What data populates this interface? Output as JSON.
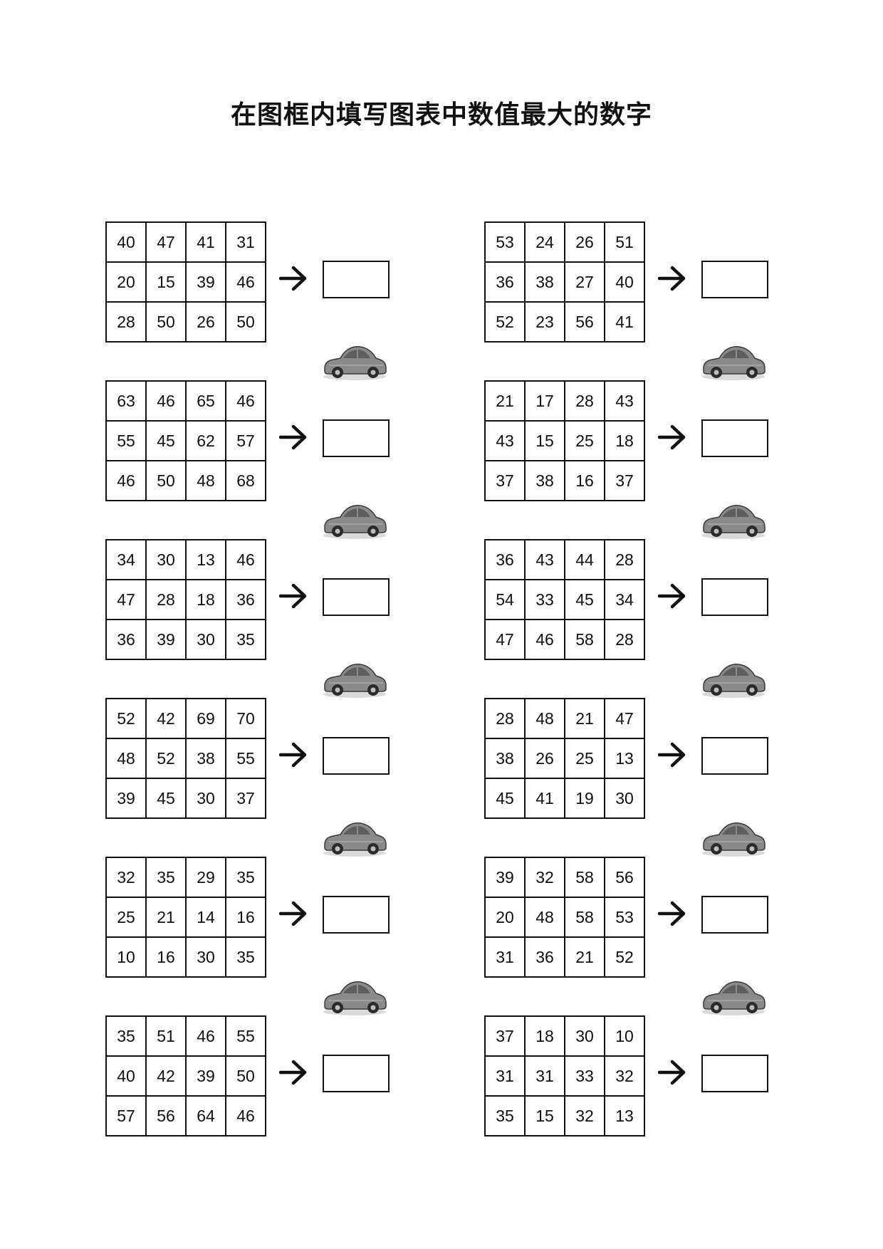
{
  "title": "在图框内填写图表中数值最大的数字",
  "exercises": [
    {
      "grid": [
        [
          "40",
          "47",
          "41",
          "31"
        ],
        [
          "20",
          "15",
          "39",
          "46"
        ],
        [
          "28",
          "50",
          "26",
          "50"
        ]
      ],
      "answer": "",
      "car": true
    },
    {
      "grid": [
        [
          "53",
          "24",
          "26",
          "51"
        ],
        [
          "36",
          "38",
          "27",
          "40"
        ],
        [
          "52",
          "23",
          "56",
          "41"
        ]
      ],
      "answer": "",
      "car": true
    },
    {
      "grid": [
        [
          "63",
          "46",
          "65",
          "46"
        ],
        [
          "55",
          "45",
          "62",
          "57"
        ],
        [
          "46",
          "50",
          "48",
          "68"
        ]
      ],
      "answer": "",
      "car": true
    },
    {
      "grid": [
        [
          "21",
          "17",
          "28",
          "43"
        ],
        [
          "43",
          "15",
          "25",
          "18"
        ],
        [
          "37",
          "38",
          "16",
          "37"
        ]
      ],
      "answer": "",
      "car": true
    },
    {
      "grid": [
        [
          "34",
          "30",
          "13",
          "46"
        ],
        [
          "47",
          "28",
          "18",
          "36"
        ],
        [
          "36",
          "39",
          "30",
          "35"
        ]
      ],
      "answer": "",
      "car": true
    },
    {
      "grid": [
        [
          "36",
          "43",
          "44",
          "28"
        ],
        [
          "54",
          "33",
          "45",
          "34"
        ],
        [
          "47",
          "46",
          "58",
          "28"
        ]
      ],
      "answer": "",
      "car": true
    },
    {
      "grid": [
        [
          "52",
          "42",
          "69",
          "70"
        ],
        [
          "48",
          "52",
          "38",
          "55"
        ],
        [
          "39",
          "45",
          "30",
          "37"
        ]
      ],
      "answer": "",
      "car": true
    },
    {
      "grid": [
        [
          "28",
          "48",
          "21",
          "47"
        ],
        [
          "38",
          "26",
          "25",
          "13"
        ],
        [
          "45",
          "41",
          "19",
          "30"
        ]
      ],
      "answer": "",
      "car": true
    },
    {
      "grid": [
        [
          "32",
          "35",
          "29",
          "35"
        ],
        [
          "25",
          "21",
          "14",
          "16"
        ],
        [
          "10",
          "16",
          "30",
          "35"
        ]
      ],
      "answer": "",
      "car": true
    },
    {
      "grid": [
        [
          "39",
          "32",
          "58",
          "56"
        ],
        [
          "20",
          "48",
          "58",
          "53"
        ],
        [
          "31",
          "36",
          "21",
          "52"
        ]
      ],
      "answer": "",
      "car": true
    },
    {
      "grid": [
        [
          "35",
          "51",
          "46",
          "55"
        ],
        [
          "40",
          "42",
          "39",
          "50"
        ],
        [
          "57",
          "56",
          "64",
          "46"
        ]
      ],
      "answer": "",
      "car": false
    },
    {
      "grid": [
        [
          "37",
          "18",
          "30",
          "10"
        ],
        [
          "31",
          "31",
          "33",
          "32"
        ],
        [
          "35",
          "15",
          "32",
          "13"
        ]
      ],
      "answer": "",
      "car": false
    }
  ],
  "icons": {
    "arrow": "right-arrow-icon",
    "car": "car-icon"
  },
  "colors": {
    "ink": "#111111",
    "car_body": "#8a8a8a",
    "paper": "#ffffff"
  }
}
